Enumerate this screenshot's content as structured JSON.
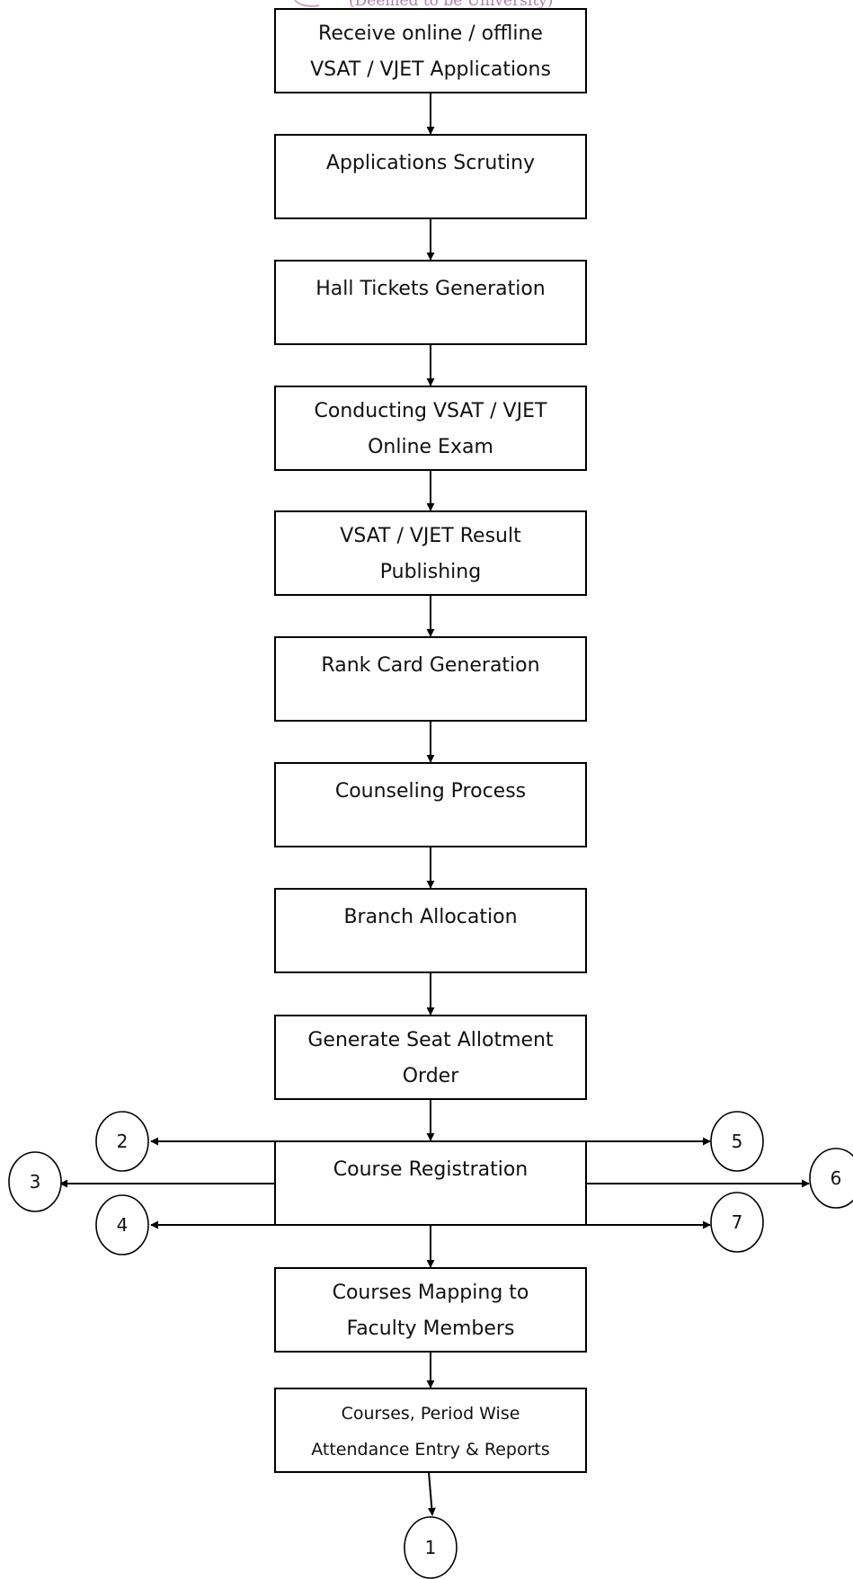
{
  "header_fragment": "(Deemed to be University)",
  "steps": [
    {
      "lines": [
        "Receive online / offline",
        "VSAT / VJET Applications"
      ]
    },
    {
      "lines": [
        "Applications Scrutiny"
      ]
    },
    {
      "lines": [
        "Hall Tickets Generation"
      ]
    },
    {
      "lines": [
        "Conducting VSAT / VJET",
        "Online Exam"
      ]
    },
    {
      "lines": [
        "VSAT / VJET Result",
        "Publishing"
      ]
    },
    {
      "lines": [
        "Rank Card Generation"
      ]
    },
    {
      "lines": [
        "Counseling Process"
      ]
    },
    {
      "lines": [
        "Branch Allocation"
      ]
    },
    {
      "lines": [
        "Generate Seat Allotment",
        "Order"
      ]
    },
    {
      "lines": [
        "Course Registration"
      ]
    },
    {
      "lines": [
        "Courses Mapping to",
        "Faculty Members"
      ]
    },
    {
      "lines": [
        "Courses, Period Wise",
        "Attendance Entry & Reports"
      ]
    }
  ],
  "connectors": [
    "1",
    "2",
    "3",
    "4",
    "5",
    "6",
    "7"
  ]
}
